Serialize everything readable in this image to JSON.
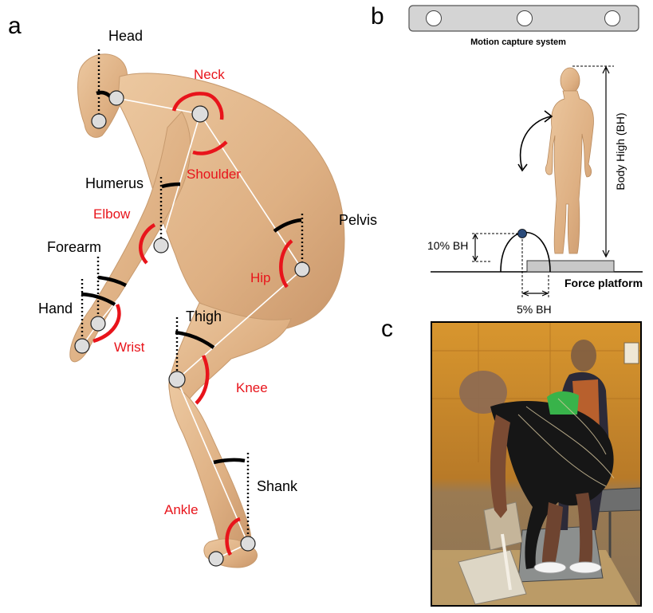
{
  "panel_a": {
    "panel_letter": "a",
    "segment_labels": {
      "head": "Head",
      "humerus": "Humerus",
      "forearm": "Forearm",
      "hand": "Hand",
      "pelvis": "Pelvis",
      "thigh": "Thigh",
      "shank": "Shank"
    },
    "joint_labels": {
      "neck": "Neck",
      "shoulder": "Shoulder",
      "elbow": "Elbow",
      "wrist": "Wrist",
      "hip": "Hip",
      "knee": "Knee",
      "ankle": "Ankle"
    }
  },
  "panel_b": {
    "panel_letter": "b",
    "mocap_label": "Motion capture system",
    "body_height_label": "Body High (BH)",
    "height_label": "10% BH",
    "distance_label": "5% BH",
    "force_platform_label": "Force platform"
  },
  "panel_c": {
    "panel_letter": "c"
  },
  "colors": {
    "joint_red": "#e8141b",
    "segment_black": "#000000",
    "skin": "#e3b98c",
    "marker_fill": "#dddddd",
    "device_gray": "#d4d4d4",
    "target_blue": "#2a4a7a",
    "photo_floor": "#b8893a",
    "photo_wall": "#c98a2a"
  }
}
